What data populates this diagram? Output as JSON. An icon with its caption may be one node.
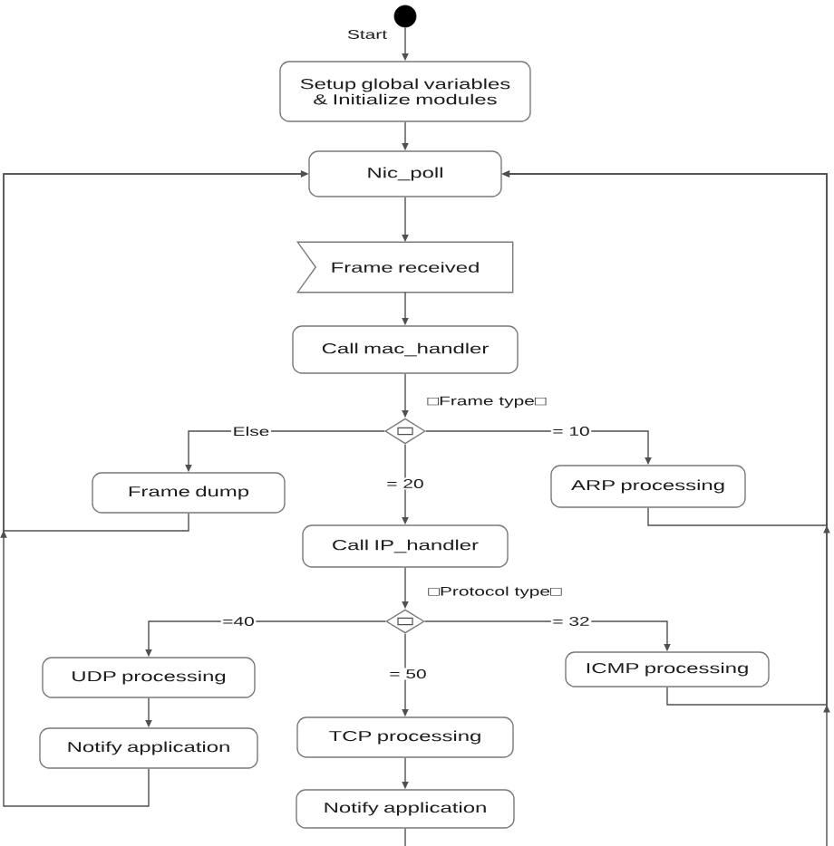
{
  "diagram": {
    "nodes": [
      {
        "text": [],
        "shape": "circle"
      },
      {
        "text": [
          "Setup global variables & Initialize modules"
        ]
      },
      {
        "text": [
          "Nic_poll"
        ]
      },
      {
        "text": [
          "Frame received"
        ]
      },
      {
        "text": [
          "Call mac_handler"
        ]
      },
      {
        "text": [],
        "shape": "diamond"
      },
      {
        "text": [
          "Frame dump"
        ]
      },
      {
        "text": [
          "ARP processing"
        ]
      },
      {
        "text": [
          "Call IP_handler"
        ]
      },
      {
        "text": [],
        "shape": "diamond"
      },
      {
        "text": [
          "UDP processing"
        ]
      },
      {
        "text": [
          "ICMP processing"
        ]
      },
      {
        "text": [
          "Notify application"
        ]
      },
      {
        "text": [
          "TCP processing"
        ]
      },
      {
        "text": [
          "Notify application"
        ]
      }
    ],
    "edges": [
      {
        "from": 0,
        "to": 1,
        "arrow": "to",
        "label": "Start"
      },
      {
        "from": 1,
        "to": 2,
        "arrow": "to"
      },
      {
        "from": 2,
        "to": 3,
        "arrow": "to"
      },
      {
        "from": 3,
        "to": 4,
        "arrow": "to"
      },
      {
        "from": 4,
        "to": 5,
        "arrow": "to",
        "label": "□Frame type□"
      },
      {
        "from": 5,
        "to": 6,
        "arrow": "to",
        "label": "Else"
      },
      {
        "from": 5,
        "to": 7,
        "arrow": "to",
        "label": "= 10"
      },
      {
        "from": 5,
        "to": 8,
        "arrow": "to",
        "label": "= 20"
      },
      {
        "from": 6,
        "to": 2,
        "arrow": "to"
      },
      {
        "from": 7,
        "to": 2,
        "arrow": "to"
      },
      {
        "from": 8,
        "to": 9,
        "arrow": "to",
        "label": "□Protocol type□"
      },
      {
        "from": 9,
        "to": 10,
        "arrow": "to",
        "label": "=40"
      },
      {
        "from": 9,
        "to": 11,
        "arrow": "to",
        "label": "= 32"
      },
      {
        "from": 9,
        "to": 13,
        "arrow": "to",
        "label": "= 50"
      },
      {
        "from": 10,
        "to": 12,
        "arrow": "to"
      },
      {
        "from": 13,
        "to": 14,
        "arrow": "to"
      },
      {
        "from": 12,
        "to": 2,
        "arrow": "to"
      },
      {
        "from": 11,
        "to": 2,
        "arrow": "to"
      },
      {
        "from": 14,
        "to": null,
        "arrow": "none"
      },
      {
        "from": null,
        "to": 2,
        "arrow": "to"
      }
    ]
  }
}
